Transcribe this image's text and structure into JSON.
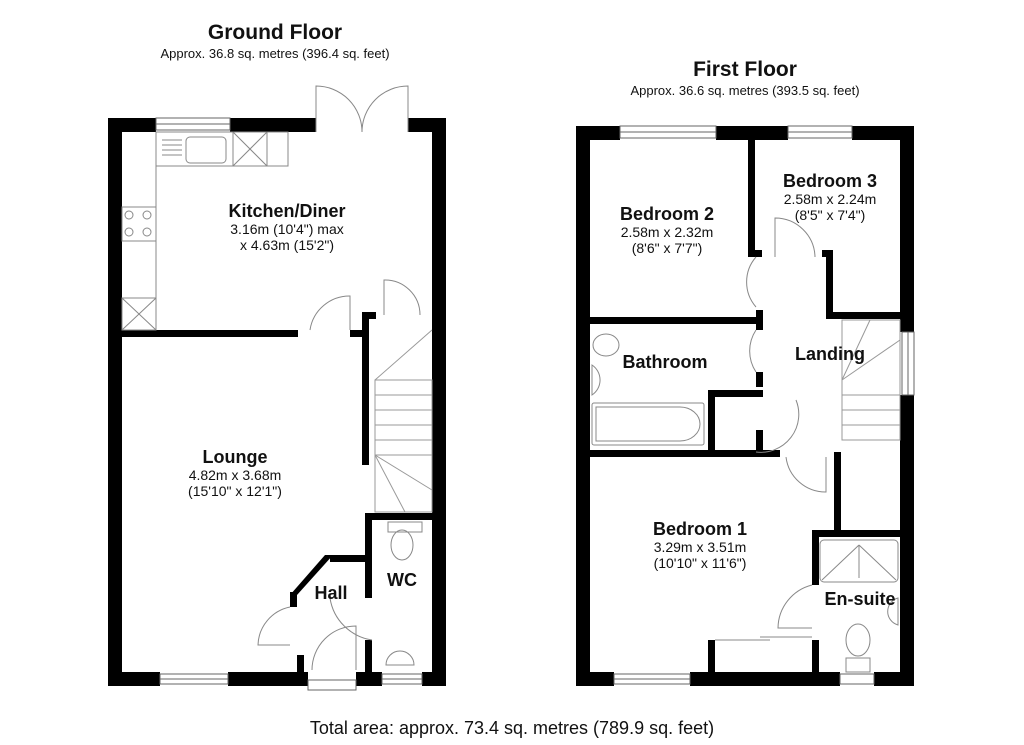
{
  "ground_floor": {
    "title": "Ground Floor",
    "area": "Approx. 36.8 sq. metres (396.4 sq. feet)",
    "rooms": {
      "kitchen": {
        "name": "Kitchen/Diner",
        "dim1": "3.16m (10'4\") max",
        "dim2": "x 4.63m (15'2\")"
      },
      "lounge": {
        "name": "Lounge",
        "dim1": "4.82m x 3.68m",
        "dim2": "(15'10\" x 12'1\")"
      },
      "hall": {
        "name": "Hall"
      },
      "wc": {
        "name": "WC"
      }
    }
  },
  "first_floor": {
    "title": "First Floor",
    "area": "Approx. 36.6 sq. metres (393.5 sq. feet)",
    "rooms": {
      "bedroom2": {
        "name": "Bedroom 2",
        "dim1": "2.58m x 2.32m",
        "dim2": "(8'6\" x 7'7\")"
      },
      "bedroom3": {
        "name": "Bedroom 3",
        "dim1": "2.58m x 2.24m",
        "dim2": "(8'5\" x 7'4\")"
      },
      "bathroom": {
        "name": "Bathroom"
      },
      "landing": {
        "name": "Landing"
      },
      "bedroom1": {
        "name": "Bedroom 1",
        "dim1": "3.29m x 3.51m",
        "dim2": "(10'10\" x 11'6\")"
      },
      "ensuite": {
        "name": "En-suite"
      }
    }
  },
  "total_area": "Total area: approx. 73.4 sq. metres (789.9 sq. feet)",
  "colors": {
    "wall": "#000000",
    "fixture": "#888888",
    "background": "#ffffff"
  }
}
